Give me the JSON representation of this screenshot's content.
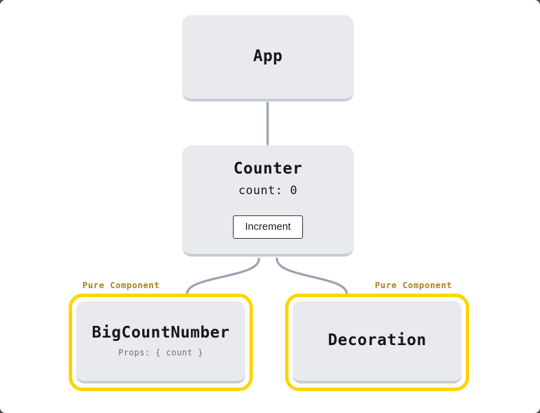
{
  "colors": {
    "node_fill": "#e9eaee",
    "node_shadow": "#c8ccd5",
    "connector": "#9aa2b1",
    "pure_highlight": "#ffd400",
    "pure_label_text": "#a8831c",
    "title_text": "#15171e",
    "muted_text": "#6a6f7b",
    "button_border": "#2b2e35",
    "button_bg": "#ffffff"
  },
  "tree": {
    "app": {
      "title": "App"
    },
    "counter": {
      "title": "Counter",
      "state": "count: 0",
      "increment_button": "Increment"
    },
    "big_count_number": {
      "pure_badge": "Pure Component",
      "title": "BigCountNumber",
      "props": "Props: { count }"
    },
    "decoration": {
      "pure_badge": "Pure Component",
      "title": "Decoration"
    }
  }
}
